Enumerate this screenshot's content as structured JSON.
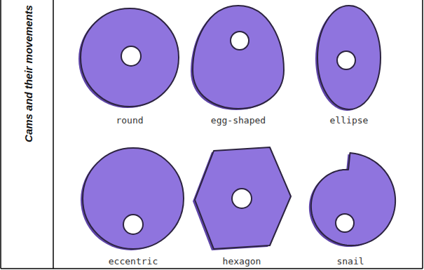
{
  "diagram": {
    "title": "Cams and their movements",
    "labels": [
      "round",
      "egg-shaped",
      "ellipse",
      "eccentric",
      "hexagon",
      "snail"
    ]
  }
}
